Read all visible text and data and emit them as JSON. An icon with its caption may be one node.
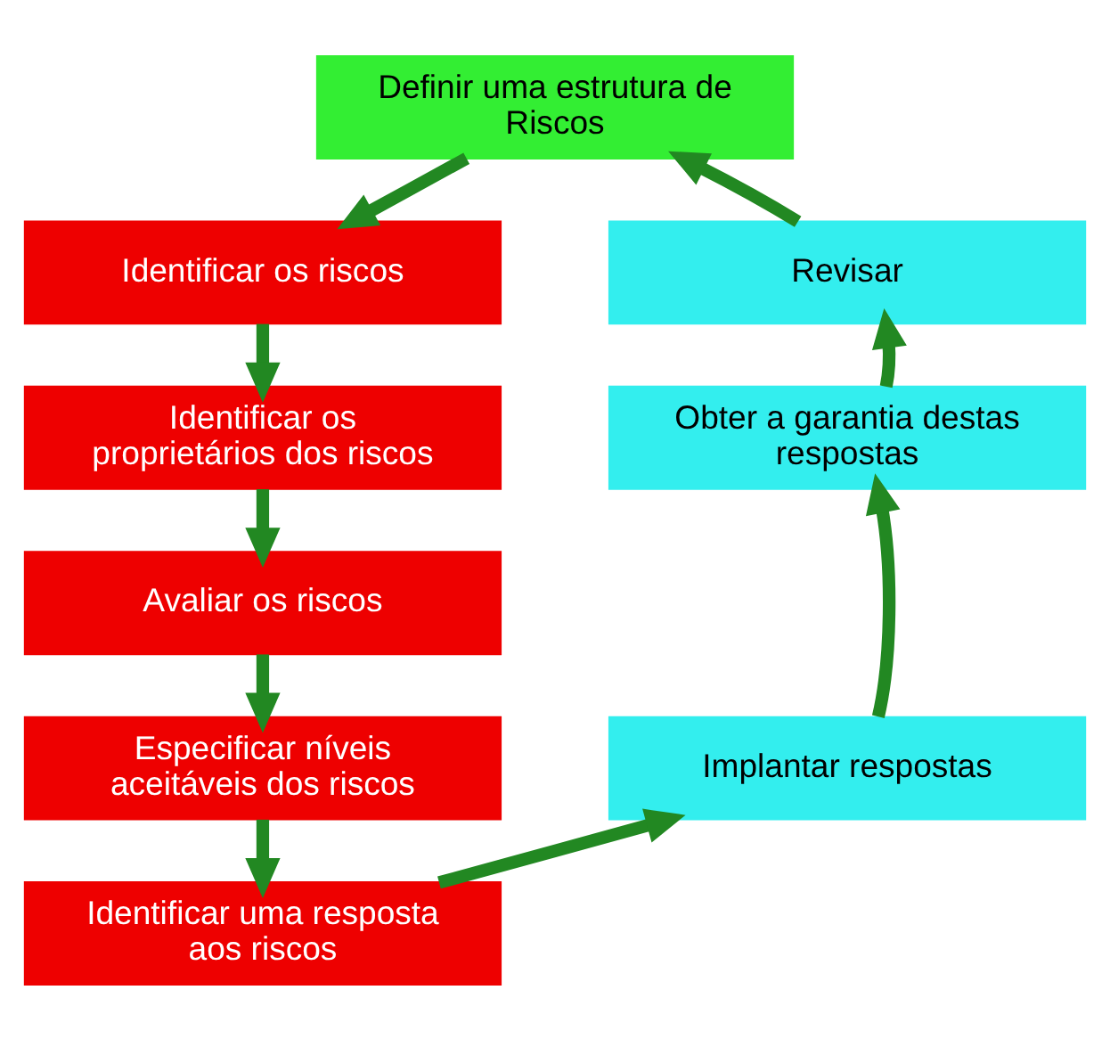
{
  "diagram": {
    "nodes": [
      {
        "text": [
          "Definir uma estrutura de Riscos"
        ]
      },
      {
        "text": [
          "Identificar os riscos"
        ]
      },
      {
        "text": [
          "Identificar os proprietários dos riscos"
        ]
      },
      {
        "text": [
          "Avaliar os riscos"
        ]
      },
      {
        "text": [
          "Especificar níveis aceitáveis dos riscos"
        ]
      },
      {
        "text": [
          "Identificar uma resposta aos riscos"
        ]
      },
      {
        "text": [
          "Implantar respostas"
        ]
      },
      {
        "text": [
          "Obter a garantia destas respostas"
        ]
      },
      {
        "text": [
          "Revisar"
        ]
      }
    ],
    "edges": [
      {
        "from": 0,
        "to": 1,
        "arrow": "to"
      },
      {
        "from": 1,
        "to": 2,
        "arrow": "to"
      },
      {
        "from": 2,
        "to": 3,
        "arrow": "to"
      },
      {
        "from": 3,
        "to": 4,
        "arrow": "to"
      },
      {
        "from": 4,
        "to": 5,
        "arrow": "to"
      },
      {
        "from": 5,
        "to": 6,
        "arrow": "to"
      },
      {
        "from": 6,
        "to": 7,
        "arrow": "to"
      },
      {
        "from": 7,
        "to": 8,
        "arrow": "to"
      },
      {
        "from": 8,
        "to": 0,
        "arrow": "to"
      }
    ]
  }
}
